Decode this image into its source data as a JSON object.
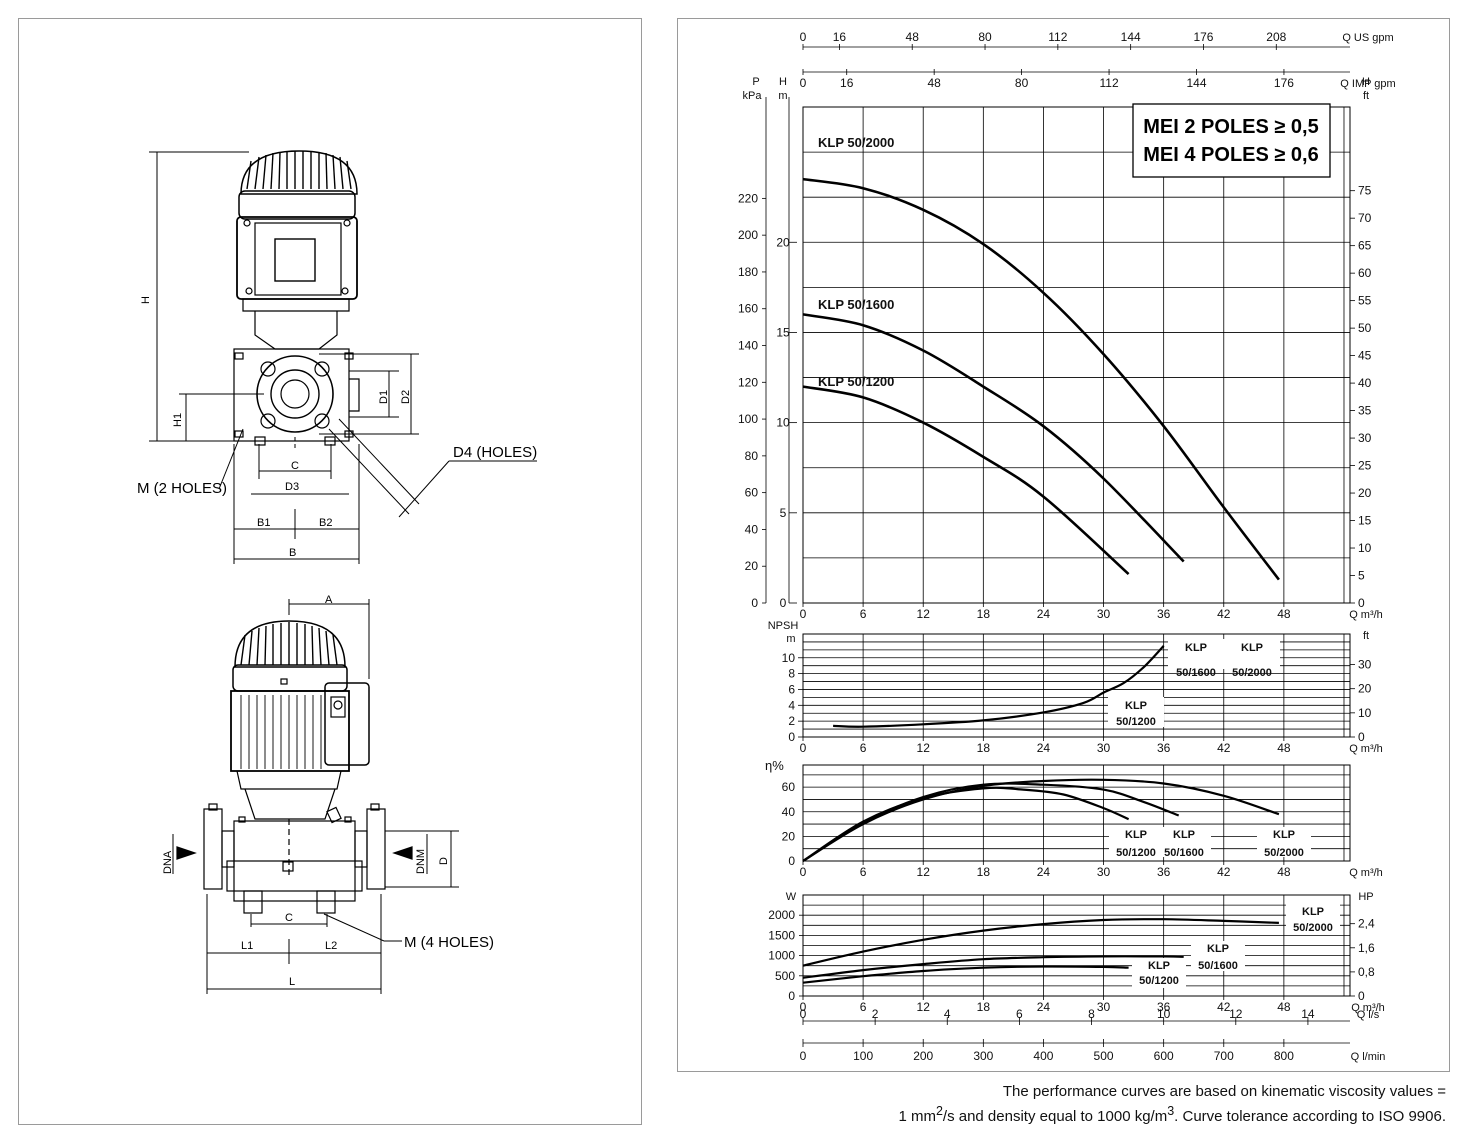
{
  "drawing_labels": {
    "H": "H",
    "H1": "H1",
    "D1": "D1",
    "D2": "D2",
    "C_top": "C",
    "D3": "D3",
    "B1": "B1",
    "B2": "B2",
    "B": "B",
    "M2": "M (2 HOLES)",
    "D4": "D4 (HOLES)",
    "A": "A",
    "DNA": "DNA",
    "DNM": "DNM",
    "D": "D",
    "C_bottom": "C",
    "L1": "L1",
    "L2": "L2",
    "L": "L",
    "M4": "M (4 HOLES)"
  },
  "mei_box": {
    "line1": "MEI 2 POLES ≥ 0,5",
    "line2": "MEI 4 POLES ≥ 0,6"
  },
  "axes": {
    "q_us_unit": "Q US gpm",
    "q_imp_unit": "Q IMP gpm",
    "q_m3h_unit": "Q m³/h",
    "q_ls_unit": "Q l/s",
    "q_lmin_unit": "Q l/min",
    "p_label": "P",
    "kpa_label": "kPa",
    "h_label": "H",
    "m_label": "m",
    "h_right_label": "H",
    "ft_label": "ft",
    "npsh_label": "NPSH",
    "npsh_m": "m",
    "npsh_ft": "ft",
    "eta_label": "η%",
    "w_label": "W",
    "hp_label": "HP"
  },
  "chart_data": [
    {
      "type": "line",
      "title": "",
      "xlabel": "Q m³/h",
      "ylabel": "H m",
      "x_ticks": [
        0,
        6,
        12,
        18,
        24,
        30,
        36,
        42,
        48
      ],
      "xlim": [
        0,
        54.6
      ],
      "ylim": [
        0,
        27.5
      ],
      "y_ticks_m": [
        0,
        5,
        10,
        15,
        20
      ],
      "y_ticks_kpa": [
        0,
        20,
        40,
        60,
        80,
        100,
        120,
        140,
        160,
        180,
        200,
        220
      ],
      "y_ticks_ft": [
        0,
        5,
        10,
        15,
        20,
        25,
        30,
        35,
        40,
        45,
        50,
        55,
        60,
        65,
        70,
        75
      ],
      "q_us_ticks": [
        0,
        16,
        48,
        80,
        112,
        144,
        176,
        208
      ],
      "q_imp_ticks": [
        0,
        16,
        48,
        80,
        112,
        144,
        176
      ],
      "series": [
        {
          "name": "KLP 50/2000",
          "x": [
            0,
            6,
            12,
            18,
            24,
            30,
            36,
            42,
            47.5
          ],
          "y": [
            23.5,
            23.0,
            21.8,
            19.9,
            17.2,
            13.8,
            9.8,
            5.3,
            1.3
          ]
        },
        {
          "name": "KLP 50/1600",
          "x": [
            0,
            6,
            12,
            18,
            24,
            30,
            38
          ],
          "y": [
            16.0,
            15.4,
            14.0,
            12.0,
            9.8,
            6.9,
            2.3
          ]
        },
        {
          "name": "KLP 50/1200",
          "x": [
            0,
            6,
            12,
            18,
            24,
            32.5
          ],
          "y": [
            12.0,
            11.4,
            10.0,
            8.1,
            5.9,
            1.6
          ]
        }
      ]
    },
    {
      "type": "line",
      "title": "",
      "xlabel": "Q m³/h",
      "ylabel": "NPSH m",
      "xlim": [
        0,
        54.6
      ],
      "ylim": [
        0,
        13
      ],
      "y_ticks_m": [
        0,
        2,
        4,
        6,
        8,
        10
      ],
      "y_ticks_ft": [
        0,
        10,
        20,
        30
      ],
      "series": [
        {
          "name": "KLP 50/1200, 50/1600, 50/2000",
          "x": [
            3,
            6,
            12,
            18,
            24,
            28,
            30,
            32,
            34,
            36
          ],
          "y": [
            1.4,
            1.3,
            1.6,
            2.1,
            3.1,
            4.3,
            5.6,
            6.8,
            8.8,
            11.5
          ]
        }
      ],
      "labels": [
        {
          "name": "KLP 50/1600"
        },
        {
          "name": "KLP 50/2000"
        },
        {
          "name": "KLP 50/1200"
        }
      ]
    },
    {
      "type": "line",
      "title": "",
      "xlabel": "Q m³/h",
      "ylabel": "η%",
      "xlim": [
        0,
        54.6
      ],
      "ylim": [
        0,
        78
      ],
      "y_ticks": [
        0,
        20,
        40,
        60
      ],
      "series": [
        {
          "name": "KLP 50/1200",
          "x": [
            0,
            6,
            12,
            18,
            22,
            26,
            30,
            32.5
          ],
          "y": [
            0,
            32,
            51,
            59,
            58,
            54,
            43,
            34
          ]
        },
        {
          "name": "KLP 50/1600",
          "x": [
            0,
            6,
            12,
            18,
            24,
            30,
            34,
            37.5
          ],
          "y": [
            0,
            31,
            52,
            62,
            62,
            58,
            48,
            37
          ]
        },
        {
          "name": "KLP 50/2000",
          "x": [
            0,
            6,
            12,
            18,
            24,
            30,
            36,
            42,
            47.5
          ],
          "y": [
            0,
            30,
            50,
            61,
            65,
            66,
            63,
            53,
            38
          ]
        }
      ]
    },
    {
      "type": "line",
      "title": "",
      "xlabel": "Q m³/h",
      "ylabel": "W",
      "xlim": [
        0,
        54.6
      ],
      "ylim": [
        0,
        2500
      ],
      "y_ticks_w": [
        0,
        500,
        1000,
        1500,
        2000
      ],
      "y_ticks_hp": [
        0,
        0.8,
        1.6,
        2.4
      ],
      "x2_ticks_ls": [
        0,
        2,
        4,
        6,
        8,
        10,
        12,
        14
      ],
      "x3_ticks_lmin": [
        0,
        100,
        200,
        300,
        400,
        500,
        600,
        700,
        800
      ],
      "series": [
        {
          "name": "KLP 50/2000",
          "x": [
            0,
            6,
            12,
            18,
            24,
            30,
            36,
            42,
            47.5
          ],
          "y": [
            750,
            1100,
            1390,
            1620,
            1780,
            1880,
            1900,
            1860,
            1810
          ]
        },
        {
          "name": "KLP 50/1600",
          "x": [
            0,
            6,
            12,
            18,
            24,
            30,
            36,
            38
          ],
          "y": [
            450,
            640,
            790,
            910,
            960,
            980,
            980,
            970
          ]
        },
        {
          "name": "KLP 50/1200",
          "x": [
            0,
            6,
            12,
            18,
            24,
            30,
            32.5
          ],
          "y": [
            330,
            490,
            620,
            700,
            730,
            720,
            700
          ]
        }
      ]
    }
  ],
  "footnote": {
    "line1": "The performance curves are based on kinematic viscosity values =",
    "line2_a": "1 mm",
    "line2_b": "/s and density equal to 1000 kg/m",
    "line2_c": ". Curve tolerance according to ISO 9906.",
    "sup2": "2",
    "sup3": "3"
  }
}
